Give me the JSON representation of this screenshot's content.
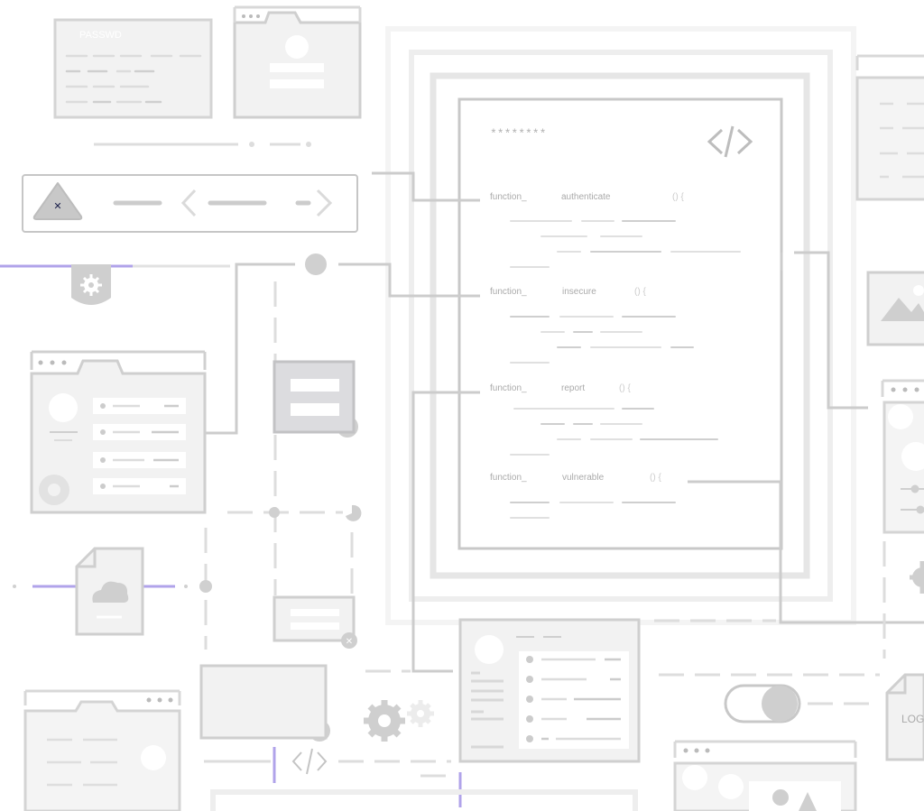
{
  "code_card": {
    "password": "********",
    "functions": [
      {
        "keyword": "function_",
        "name": "authenticate",
        "brace": "() {"
      },
      {
        "keyword": "function_",
        "name": "insecure",
        "brace": "() {"
      },
      {
        "keyword": "function_",
        "name": "report",
        "brace": "() {"
      },
      {
        "keyword": "function_",
        "name": "vulnerable",
        "brace": "() {"
      }
    ]
  },
  "top_left_panel": {
    "faint_title": "PASSWD"
  },
  "log_file": {
    "label": "LOG"
  },
  "colors": {
    "line": "#cccccc",
    "panel_fill": "#f2f2f2",
    "panel_stroke": "#c8c8c8",
    "accent": "#a899e8",
    "dark_x": "#1a1f4a"
  },
  "icons": [
    "code-icon",
    "shield-gear-icon",
    "warning-triangle-icon",
    "cloud-file-icon",
    "gear-icon",
    "image-icon",
    "toggle-icon",
    "close-icon",
    "pie-chart-icon"
  ]
}
